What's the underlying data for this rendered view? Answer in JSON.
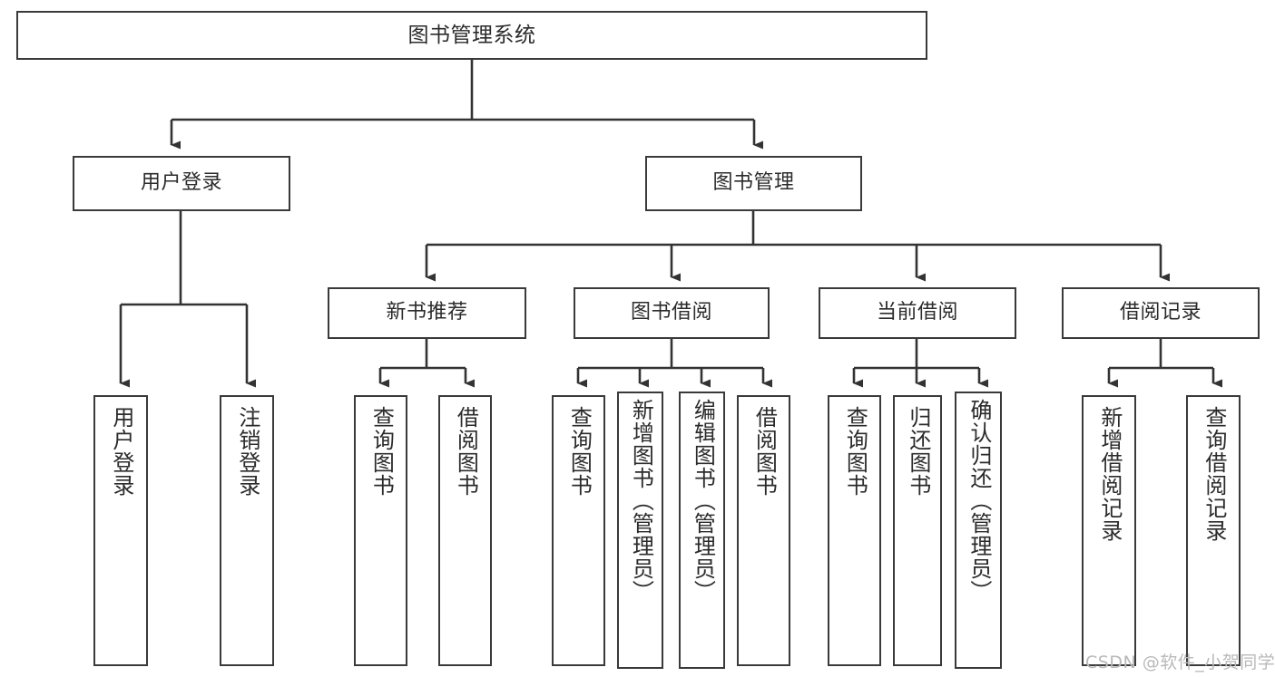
{
  "diagram": {
    "title": "图书管理系统",
    "type": "tree-hierarchy",
    "root": {
      "id": "root",
      "label": "图书管理系统"
    },
    "level2": [
      {
        "id": "user-login",
        "label": "用户登录"
      },
      {
        "id": "book-manage",
        "label": "图书管理"
      }
    ],
    "level3": [
      {
        "id": "new-book-recommend",
        "label": "新书推荐",
        "parent": "book-manage"
      },
      {
        "id": "book-borrow",
        "label": "图书借阅",
        "parent": "book-manage"
      },
      {
        "id": "current-borrow",
        "label": "当前借阅",
        "parent": "book-manage"
      },
      {
        "id": "borrow-record",
        "label": "借阅记录",
        "parent": "book-manage"
      }
    ],
    "leaves": [
      {
        "id": "leaf-user-login",
        "label": "用户登录",
        "parent": "user-login"
      },
      {
        "id": "leaf-logout-login",
        "label": "注销登录",
        "parent": "user-login"
      },
      {
        "id": "leaf-query-book-1",
        "label": "查询图书",
        "parent": "new-book-recommend"
      },
      {
        "id": "leaf-borrow-book-1",
        "label": "借阅图书",
        "parent": "new-book-recommend"
      },
      {
        "id": "leaf-query-book-2",
        "label": "查询图书",
        "parent": "book-borrow"
      },
      {
        "id": "leaf-add-book",
        "label": "新增图书（管理员）",
        "parent": "book-borrow"
      },
      {
        "id": "leaf-edit-book",
        "label": "编辑图书（管理员）",
        "parent": "book-borrow"
      },
      {
        "id": "leaf-borrow-book-2",
        "label": "借阅图书",
        "parent": "book-borrow"
      },
      {
        "id": "leaf-query-book-3",
        "label": "查询图书",
        "parent": "current-borrow"
      },
      {
        "id": "leaf-return-book",
        "label": "归还图书",
        "parent": "current-borrow"
      },
      {
        "id": "leaf-confirm-return",
        "label": "确认归还（管理员）",
        "parent": "current-borrow"
      },
      {
        "id": "leaf-add-record",
        "label": "新增借阅记录",
        "parent": "borrow-record"
      },
      {
        "id": "leaf-query-record",
        "label": "查询借阅记录",
        "parent": "borrow-record"
      }
    ]
  },
  "watermark": {
    "text": "CSDN @软件_小贺同学",
    "color": "#b9b9b9"
  },
  "colors": {
    "box_border": "#3a3a3a",
    "box_fill": "#ffffff",
    "edge": "#333333",
    "text": "#2b2b2b",
    "background": "#ffffff"
  }
}
